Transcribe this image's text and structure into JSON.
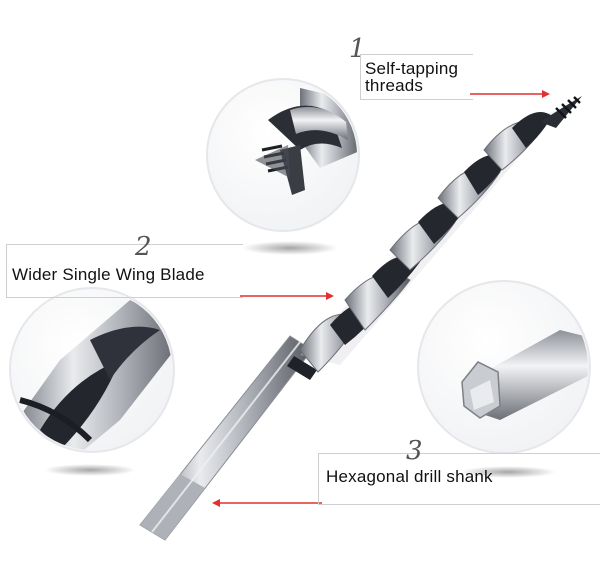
{
  "callouts": [
    {
      "number": "1",
      "label_line1": "Self-tapping",
      "label_line2": "threads"
    },
    {
      "number": "2",
      "label": "Wider Single Wing Blade"
    },
    {
      "number": "3",
      "label": "Hexagonal drill shank"
    }
  ],
  "colors": {
    "pointer_arrow": "#e0302f",
    "steel": "#b9bcc1",
    "steel_dark": "#2a2d33",
    "background": "#ffffff"
  }
}
